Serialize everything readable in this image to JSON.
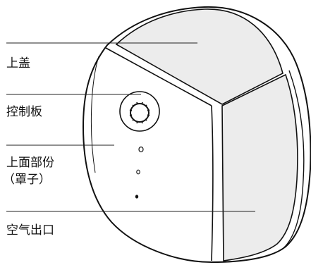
{
  "labels": {
    "top_cover": "上盖",
    "control_panel": "控制板",
    "upper_part": "上面部份",
    "upper_part_note": "（罩子）",
    "air_outlet": "空气出口"
  },
  "colors": {
    "outline": "#111111",
    "panel_fill": "#ececec",
    "body_fill": "#ffffff",
    "leader_line": "#222222"
  },
  "icons": {
    "knob": "dial-knob-icon",
    "indicator": "led-indicator-icon"
  }
}
